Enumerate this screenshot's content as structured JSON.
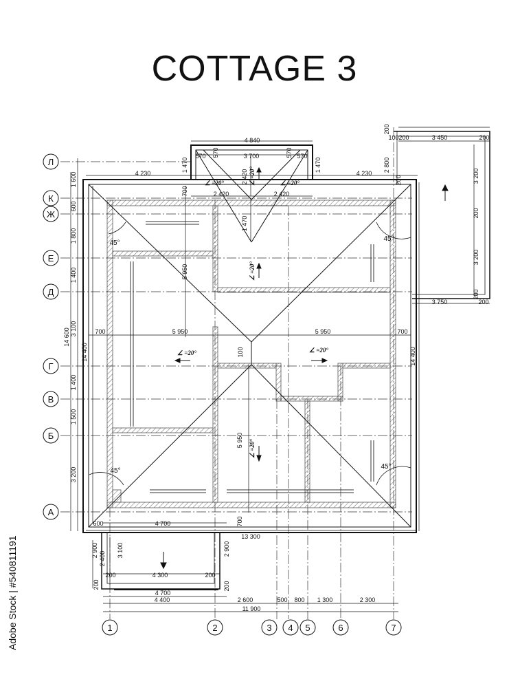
{
  "title": "COTTAGE 3",
  "stock_id": "#540811191",
  "watermark_brand": "Adobe Stock",
  "grid_axes_vertical": [
    "1",
    "2",
    "3",
    "4",
    "5",
    "6",
    "7"
  ],
  "grid_axes_horizontal": [
    "Л",
    "К",
    "Ж",
    "Е",
    "Д",
    "Г",
    "В",
    "Б",
    "А"
  ],
  "bottom_dims": {
    "segments": [
      "4 400",
      "2 600",
      "500",
      "800",
      "1 300",
      "2 300"
    ],
    "overall": "11 900"
  },
  "left_dims": {
    "segments": [
      "1 600",
      "600",
      "1 800",
      "1 400",
      "3 100",
      "1 400",
      "1 500",
      "3 200"
    ],
    "overall": "14 600",
    "inner": "14 400"
  },
  "top_dims": {
    "gable_width": "4 840",
    "gable_parts": [
      "570",
      "570",
      "3 700",
      "570",
      "570"
    ],
    "left_eave": "4 230",
    "right_eave": "4 230",
    "gable_half_left": "2 420",
    "gable_half_right": "2 420",
    "gable_depth": "2 420",
    "gable_side_left": "1 470",
    "gable_side_right": "1 470",
    "ridge_drop": "1 470",
    "overhang_700_left": "700"
  },
  "middle_dims": {
    "center_left": "5 950",
    "center_right": "5 950",
    "edge_left": "700",
    "edge_right": "700",
    "ridge_100": "100",
    "height_5950": "5 950",
    "height_700": "700",
    "inner_14400_right": "14 400",
    "inner_5950_top": "5 950"
  },
  "bottom_overall": "13 300",
  "bottom_600": "600",
  "porch": {
    "width_top": "4 700",
    "width_inner": "4 300",
    "width_bottom": "4 700",
    "side_200_left": "200",
    "side_200_right": "200",
    "depth_2900_left": "2 900",
    "depth_2400": "2 400",
    "depth_3100": "3 100",
    "depth_2900_right": "2 900",
    "v200_left": "200",
    "v200_right": "200"
  },
  "terrace": {
    "width": "3 450",
    "left_100": "100",
    "left_200": "200",
    "right_200": "200",
    "h_top": "3 200",
    "h_bottom": "3 200",
    "v_200_a": "200",
    "v_200_b": "200",
    "v_200_c": "200",
    "side_2800": "2 800",
    "side_200": "200",
    "bottom_3750": "3 750",
    "bottom_200": "200"
  },
  "slopes": {
    "top_gable_left": "∠ =20°",
    "top_gable_right": "∠ =20°",
    "top_gable_center": "∠ =20°",
    "north": "∠ =20°",
    "west": "∠ =20°",
    "east": "∠ =20°",
    "south": "∠ =20°"
  },
  "angles": [
    "45°",
    "45°",
    "45°",
    "45°"
  ]
}
